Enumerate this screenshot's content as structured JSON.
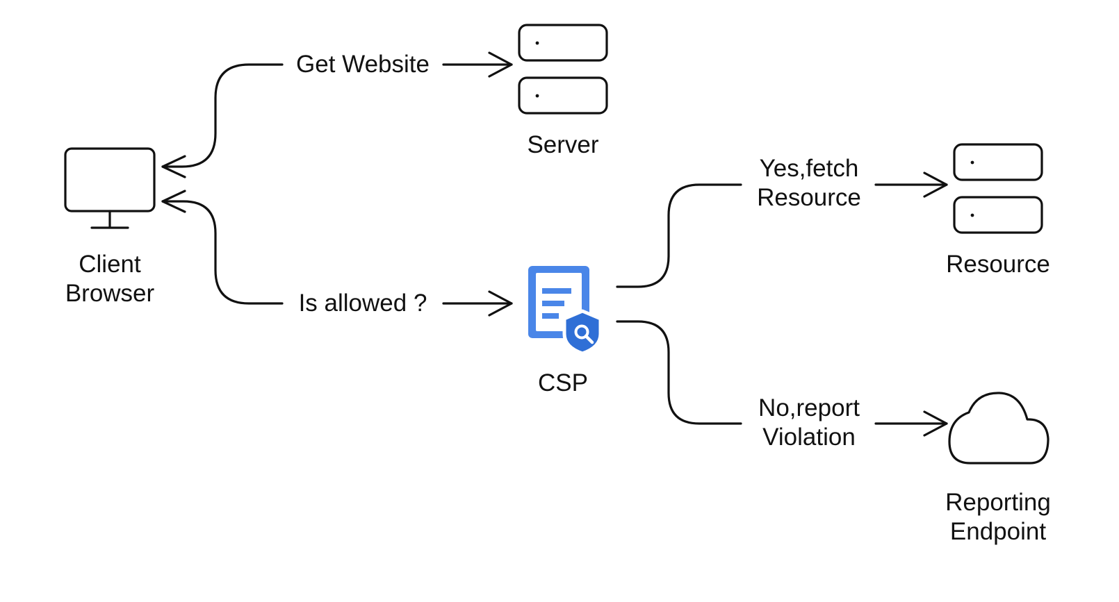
{
  "nodes": {
    "client": {
      "line1": "Client",
      "line2": "Browser"
    },
    "server": {
      "label": "Server"
    },
    "csp": {
      "label": "CSP"
    },
    "resource": {
      "label": "Resource"
    },
    "reporting": {
      "line1": "Reporting",
      "line2": "Endpoint"
    }
  },
  "edges": {
    "get_website": "Get Website",
    "is_allowed": "Is allowed ?",
    "yes_fetch": {
      "line1": "Yes,fetch",
      "line2": "Resource"
    },
    "no_report": {
      "line1": "No,report",
      "line2": "Violation"
    }
  },
  "colors": {
    "line": "#111111",
    "csp_blue": "#4a86e8",
    "csp_dark_blue": "#2f6fd6",
    "background": "#ffffff"
  },
  "icons": {
    "client": "monitor-icon",
    "server": "server-stack-icon",
    "csp": "document-shield-search-icon",
    "resource": "server-stack-icon",
    "reporting": "cloud-icon"
  }
}
